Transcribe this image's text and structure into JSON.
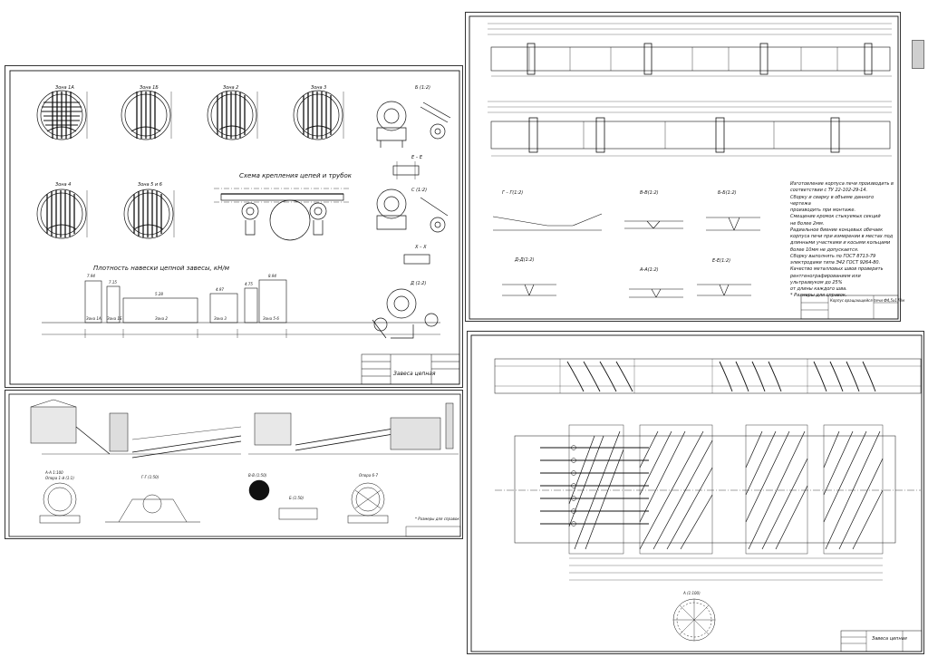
{
  "sheet1": {
    "zones": [
      "Зона 1А",
      "Зона 1Б",
      "Зона 2",
      "Зона 3",
      "Зона 4",
      "Зона 5 и 6"
    ],
    "scheme_title": "Схема крепления цепей и трубок",
    "density_title": "Плотность навески цепной завесы, кН/м",
    "density_values": [
      "7.94",
      "7.15",
      "5.28",
      "4.97",
      "4.75",
      "8.94"
    ],
    "density_zones": [
      "Зона 1А",
      "Зона 1Б",
      "Зона 2",
      "Зона 3",
      "Зона 5-6"
    ],
    "views": [
      "Б (1:2)",
      "Е – Е",
      "С (1:2)",
      "Х – Х",
      "Д (1:2)"
    ],
    "stamp_title": "Завеса цепная"
  },
  "sheet2": {
    "views": [
      "Г – Г(1:2)",
      "В-В(1:2)",
      "Б-Б(1:2)",
      "Д-Д(1:2)",
      "А-А(1:2)",
      "Е-Е(1:2)"
    ],
    "notes": "Изготовление корпуса печи производить в\nсоответствии с ТУ 22-102-29-14.\nСборку и сварку в объеме данного чертежа\nпроизводить при монтаже.\nСмещение кромок стыкуемых секций\nне более 2мм.\nРадиальное биение концевых обечаек\nкорпуса печи при измерении в местах под\nдлинными участками и косыми кольцами\nболее 10мм не допускается.\nСборку выполнять по ГОСТ 8713-79\nэлектродами типа Э42 ГОСТ 9264-80.\nКачество металловых швов проверить\nрентгенографированием или ультразвуком до 25%\nот длины каждого шва.\n* Размеры для справок.",
    "stamp_title": "Корпус вращающейся печи Ф4,5х170м"
  },
  "sheet3": {
    "views": [
      "А-А 1:100",
      "Опора 1-й (1:1)",
      "Г-Г (1:50)",
      "В-В (1:50)",
      "Опора 6-7",
      "Б (1:50)"
    ],
    "notes": "* Размеры для справок"
  },
  "sheet4": {
    "view": "А (1:100)",
    "stamp_title": "Завеса цепная"
  }
}
